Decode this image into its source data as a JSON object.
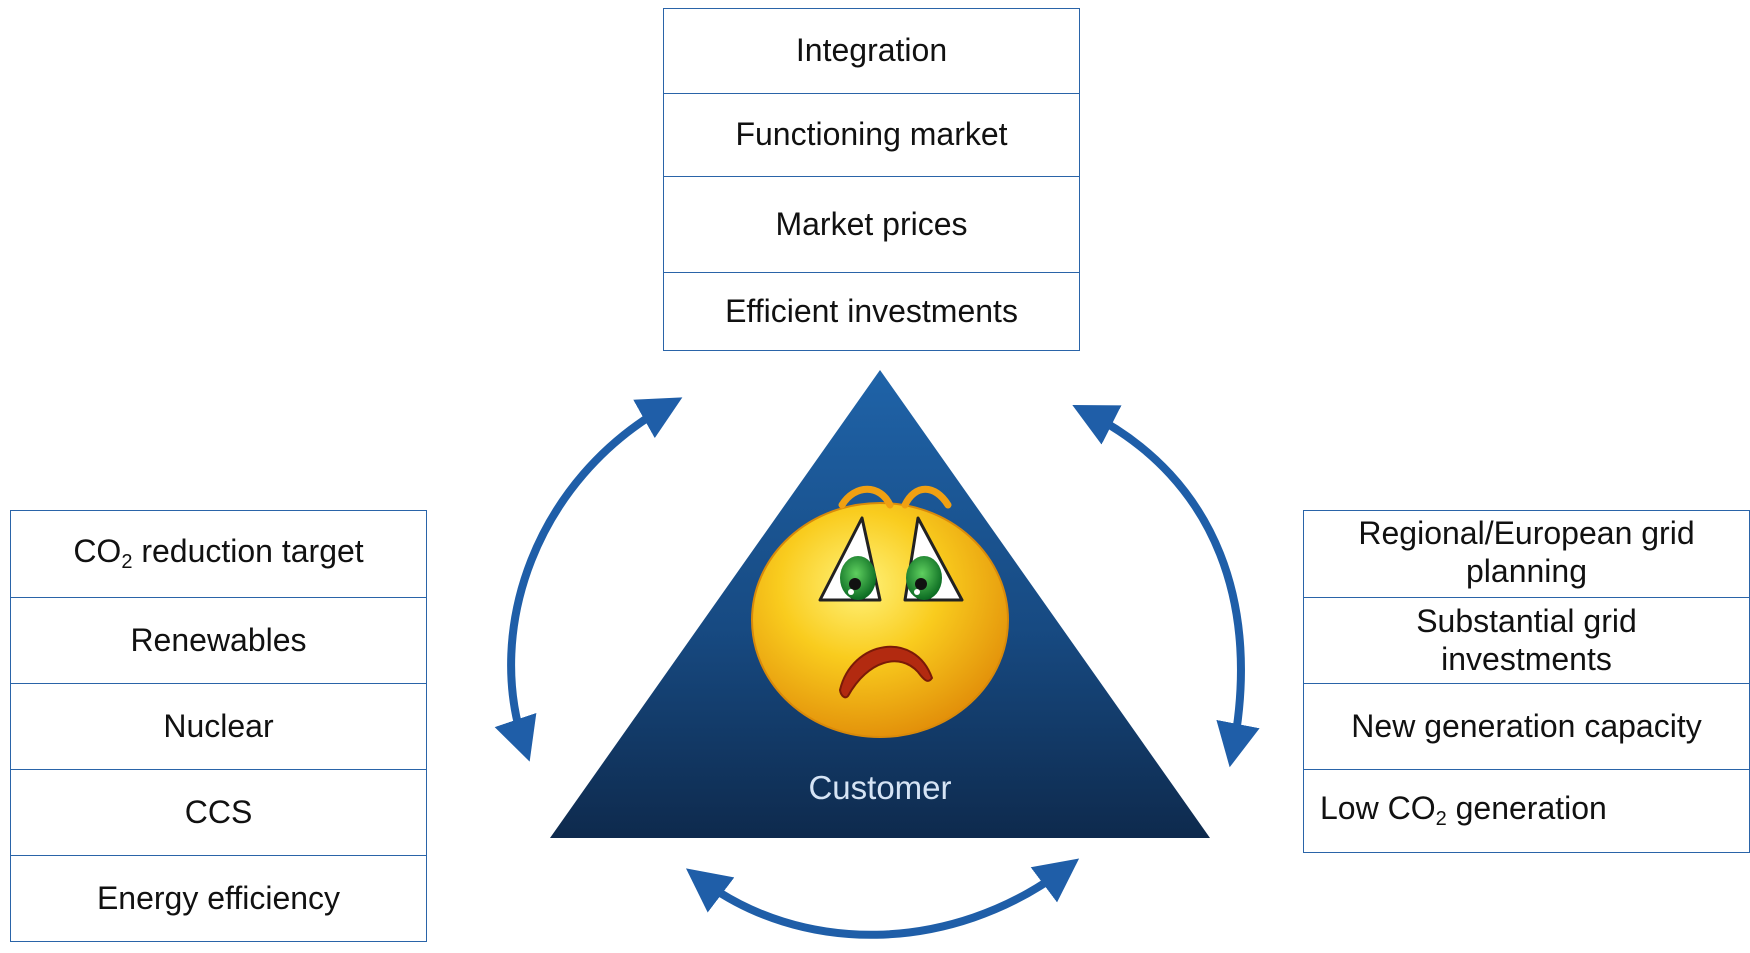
{
  "center": {
    "label": "Customer"
  },
  "top_box": {
    "items": [
      "Integration",
      "Functioning market",
      "Market prices",
      "Efficient investments"
    ]
  },
  "left_box": {
    "items": [
      {
        "pre": "CO",
        "sub": "2",
        "post": " reduction target"
      },
      {
        "pre": "Renewables",
        "sub": "",
        "post": ""
      },
      {
        "pre": "Nuclear",
        "sub": "",
        "post": ""
      },
      {
        "pre": "CCS",
        "sub": "",
        "post": ""
      },
      {
        "pre": "Energy efficiency",
        "sub": "",
        "post": ""
      }
    ]
  },
  "right_box": {
    "items": [
      {
        "pre": "Regional/European grid planning",
        "sub": "",
        "post": ""
      },
      {
        "pre": "Substantial grid investments",
        "sub": "",
        "post": ""
      },
      {
        "pre": "New generation capacity",
        "sub": "",
        "post": ""
      },
      {
        "pre": "Low CO",
        "sub": "2",
        "post": " generation"
      }
    ]
  },
  "colors": {
    "border": "#2a64a8",
    "arrow": "#1f5ea8",
    "triangle_top": "#1f63a8",
    "triangle_bottom": "#0e2a4d",
    "face": "#f7c21a",
    "label": "#d6e4f5"
  },
  "icons": {
    "face": "worried-face-icon",
    "arrows": "double-headed-curved-arrow-icon"
  }
}
